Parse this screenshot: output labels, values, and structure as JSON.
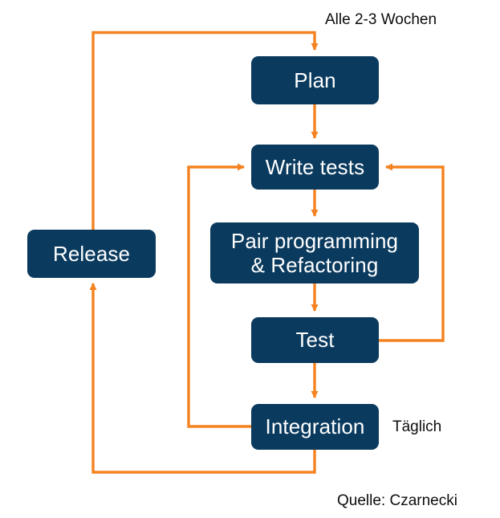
{
  "diagram": {
    "title": "Agile development cycle (XP/Scrum style loop)",
    "colors": {
      "node_fill": "#0a3a5e",
      "node_text": "#ffffff",
      "arrow": "#f58220",
      "caption_text": "#0d0d0d",
      "background": "#ffffff"
    },
    "nodes": [
      {
        "id": "plan",
        "label": "Plan"
      },
      {
        "id": "write-tests",
        "label": "Write tests"
      },
      {
        "id": "pair-programming",
        "label": "Pair programming\n& Refactoring"
      },
      {
        "id": "test",
        "label": "Test"
      },
      {
        "id": "integration",
        "label": "Integration"
      },
      {
        "id": "release",
        "label": "Release"
      }
    ],
    "captions": [
      {
        "id": "cadence-iteration",
        "text": "Alle 2-3 Wochen"
      },
      {
        "id": "cadence-daily",
        "text": "Täglich"
      },
      {
        "id": "source",
        "text": "Quelle: Czarnecki"
      }
    ],
    "edges": [
      {
        "id": "plan-to-write-tests",
        "from": "Plan",
        "to": "Write tests"
      },
      {
        "id": "write-tests-to-pair-programming",
        "from": "Write tests",
        "to": "Pair programming & Refactoring"
      },
      {
        "id": "pair-programming-to-test",
        "from": "Pair programming & Refactoring",
        "to": "Test"
      },
      {
        "id": "test-to-integration",
        "from": "Test",
        "to": "Integration"
      },
      {
        "id": "test-to-write-tests",
        "from": "Test",
        "to": "Write tests"
      },
      {
        "id": "integration-to-write-tests",
        "from": "Integration",
        "to": "Write tests"
      },
      {
        "id": "integration-to-release",
        "from": "Integration",
        "to": "Release"
      },
      {
        "id": "release-to-plan",
        "from": "Release",
        "to": "Plan"
      }
    ]
  }
}
